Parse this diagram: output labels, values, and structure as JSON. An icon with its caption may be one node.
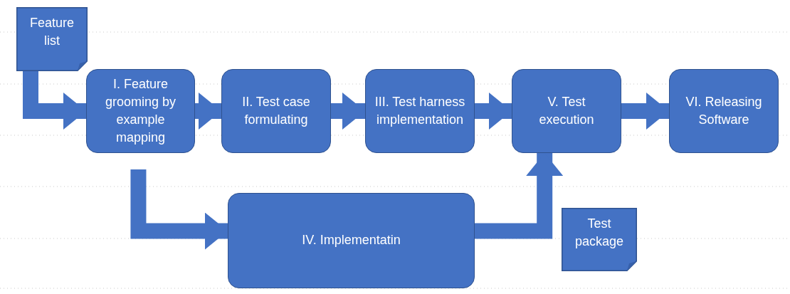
{
  "diagram": {
    "nodes": [
      {
        "text": [
          "Feature list"
        ]
      },
      {
        "text": [
          "I. Feature grooming by example mapping"
        ]
      },
      {
        "text": [
          "II. Test case formulating"
        ]
      },
      {
        "text": [
          "III. Test harness implementation"
        ]
      },
      {
        "text": [
          "V. Test execution"
        ]
      },
      {
        "text": [
          "VI. Releasing Software"
        ]
      },
      {
        "text": [
          "IV. Implementatin"
        ]
      },
      {
        "text": [
          "Test package"
        ]
      }
    ],
    "edges": [
      {
        "from": 0,
        "to": 1,
        "arrow": "to"
      },
      {
        "from": 1,
        "to": 2,
        "arrow": "to"
      },
      {
        "from": 2,
        "to": 3,
        "arrow": "to"
      },
      {
        "from": 3,
        "to": 4,
        "arrow": "to"
      },
      {
        "from": 4,
        "to": 5,
        "arrow": "to"
      },
      {
        "from": 1,
        "to": 6,
        "arrow": "to"
      },
      {
        "from": 6,
        "to": 4,
        "arrow": "to"
      }
    ]
  }
}
